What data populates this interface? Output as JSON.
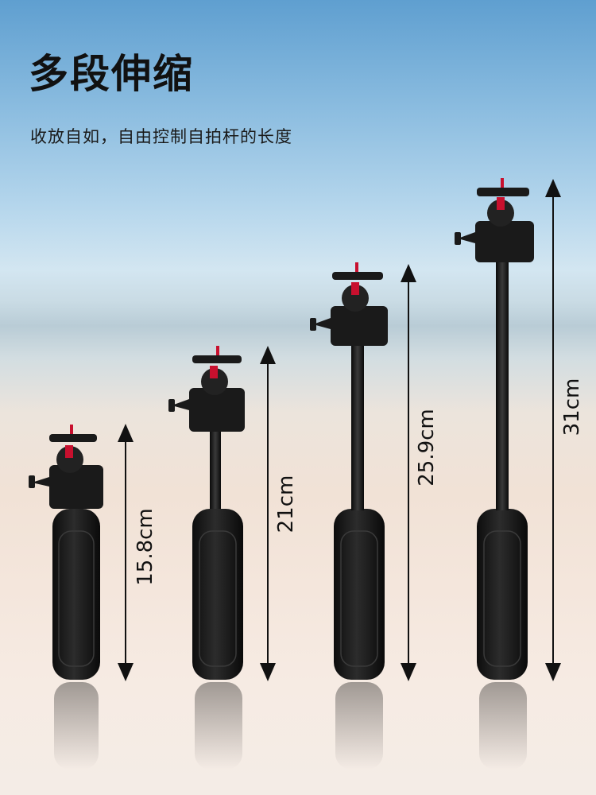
{
  "heading": {
    "title": "多段伸缩",
    "subtitle": "收放自如，自由控制自拍杆的长度"
  },
  "sticks": [
    {
      "length_label": "15.8cm"
    },
    {
      "length_label": "21cm"
    },
    {
      "length_label": "25.9cm"
    },
    {
      "length_label": "31cm"
    }
  ],
  "colors": {
    "grip": "#1b1b1b",
    "accent": "#c8102e",
    "text": "#111111"
  }
}
